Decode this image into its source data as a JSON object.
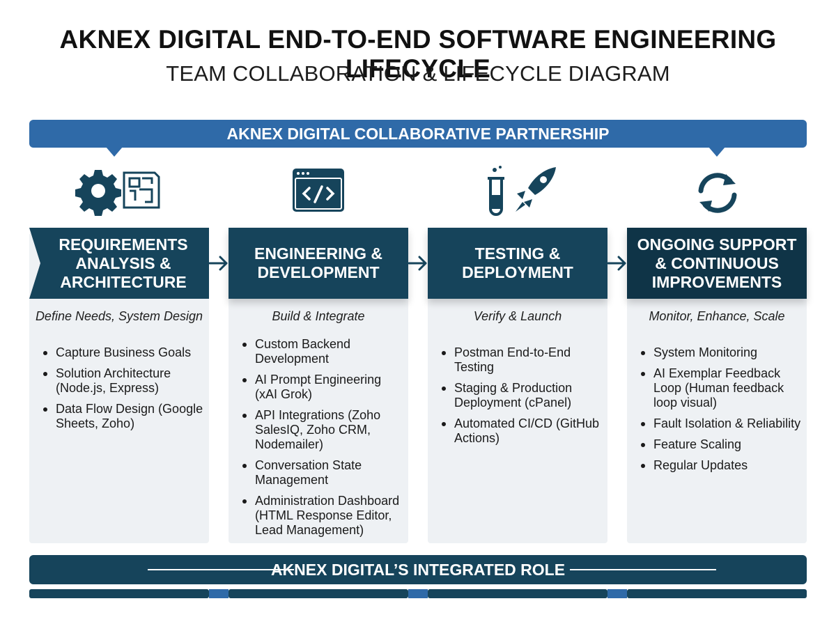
{
  "header": {
    "title": "AKNEX DIGITAL END-TO-END SOFTWARE ENGINEERING LIFECYCLE",
    "subtitle": "TEAM COLLABORATION & LIFECYCLE DIAGRAM"
  },
  "partnership_label": "AKNEX DIGITAL COLLABORATIVE PARTNERSHIP",
  "stages": [
    {
      "title": "REQUIREMENTS ANALYSIS & ARCHITECTURE",
      "icon": "gear-blueprint-icon",
      "tagline": "Define Needs, System Design",
      "items": [
        "Capture Business Goals",
        "Solution Architecture (Node.js, Express)",
        "Data Flow Design (Google Sheets, Zoho)"
      ]
    },
    {
      "title": "ENGINEERING & DEVELOPMENT",
      "icon": "code-window-icon",
      "tagline": "Build & Integrate",
      "items": [
        "Custom Backend Development",
        "AI Prompt Engineering (xAI Grok)",
        "API Integrations (Zoho SalesIQ, Zoho CRM, Nodemailer)",
        "Conversation State Management",
        "Administration Dashboard (HTML Response Editor, Lead Management)"
      ]
    },
    {
      "title": "TESTING & DEPLOYMENT",
      "icon": "test-tube-rocket-icon",
      "tagline": "Verify & Launch",
      "items": [
        "Postman End-to-End Testing",
        "Staging & Production Deployment (cPanel)",
        "Automated CI/CD (GitHub Actions)"
      ]
    },
    {
      "title": "ONGOING SUPPORT & CONTINUOUS IMPROVEMENTS",
      "icon": "refresh-cycle-icon",
      "tagline": "Monitor, Enhance, Scale",
      "items": [
        "System Monitoring",
        "AI Exemplar Feedback Loop (Human feedback loop visual)",
        "Fault Isolation & Reliability",
        "Feature Scaling",
        "Regular Updates"
      ]
    }
  ],
  "role_label": "AKNEX DIGITAL’S INTEGRATED ROLE",
  "colors": {
    "primary_blue": "#2f6aa8",
    "dark_teal": "#16445b",
    "panel_bg": "#eef1f4"
  }
}
